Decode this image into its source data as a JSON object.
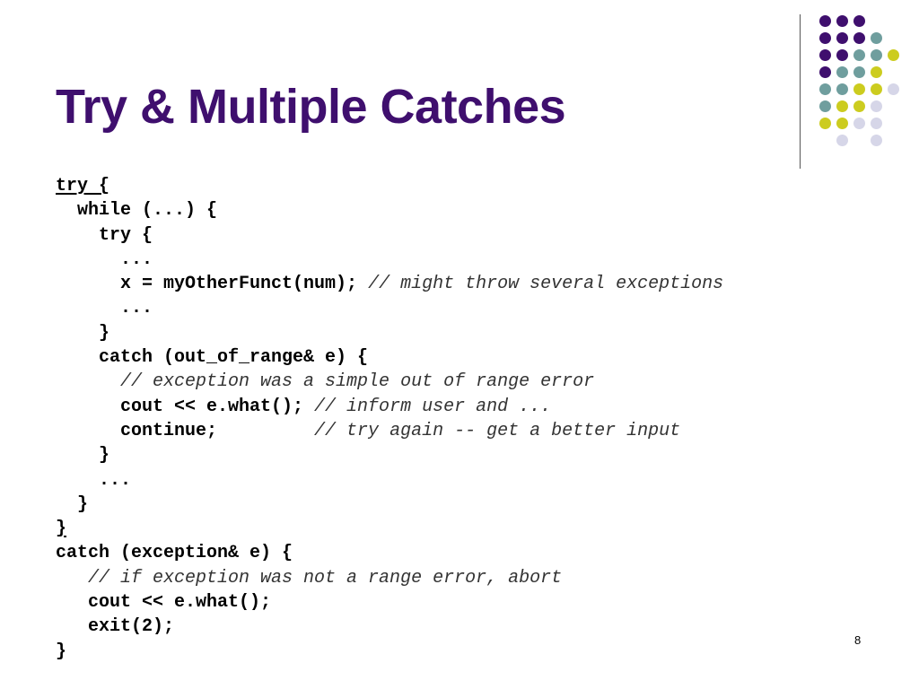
{
  "slide": {
    "title": "Try & Multiple Catches",
    "page_number": "8"
  },
  "decoration": {
    "colors": {
      "purple": "#3f0f6e",
      "teal": "#6f9e9e",
      "olive": "#cccc1f",
      "lavender": "#d6d6e8"
    }
  },
  "code": {
    "line01": "try {",
    "line02": "  while (...) {",
    "line03": "    try {",
    "line04": "      ...",
    "line05_code": "      x = myOtherFunct(num);",
    "line05_comment": " // might throw several exceptions",
    "line06": "      ...",
    "line07": "    }",
    "line08": "    catch (out_of_range& e) {",
    "line09_comment": "      // exception was a simple out of range error",
    "line10_code": "      cout << e.what();",
    "line10_comment": " // inform user and ...",
    "line11_code": "      continue;",
    "line11_comment": "         // try again -- get a better input",
    "line12": "    }",
    "line13": "    ...",
    "line14": "  }",
    "line15": "}",
    "line16": "catch (exception& e) {",
    "line17_comment": "   // if exception was not a range error, abort",
    "line18": "   cout << e.what();",
    "line19": "   exit(2);",
    "line20": "}"
  }
}
